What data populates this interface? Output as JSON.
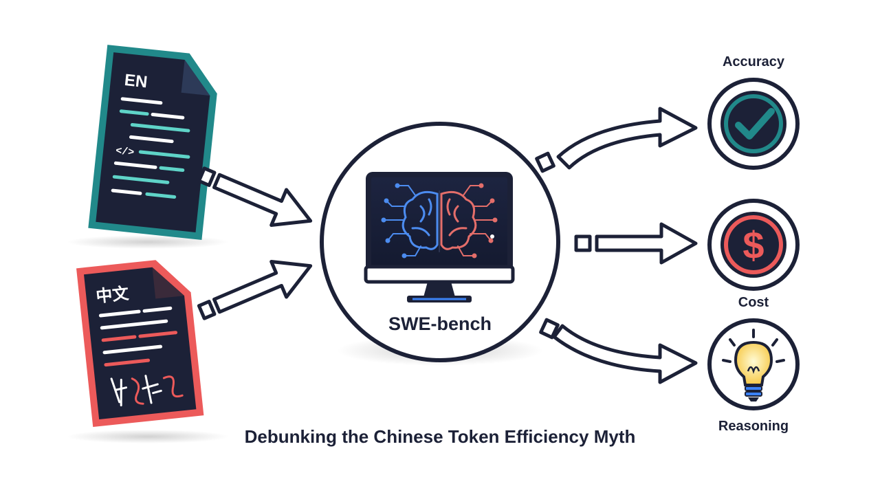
{
  "inputs": [
    {
      "tag": "EN",
      "color": "#21898a"
    },
    {
      "tag": "中文",
      "color": "#ec5a5a"
    }
  ],
  "center": {
    "label": "SWE-bench"
  },
  "outputs": [
    {
      "label": "Accuracy",
      "icon": "checkmark-icon"
    },
    {
      "label": "Cost",
      "icon": "dollar-icon"
    },
    {
      "label": "Reasoning",
      "icon": "lightbulb-icon"
    }
  ],
  "footer": {
    "title": "Debunking the Chinese Token Efficiency Myth"
  },
  "colors": {
    "navy": "#1c2137",
    "teal": "#21898a",
    "red": "#ec5a5a",
    "blue": "#3b82f6",
    "yellow": "#f7c948"
  }
}
